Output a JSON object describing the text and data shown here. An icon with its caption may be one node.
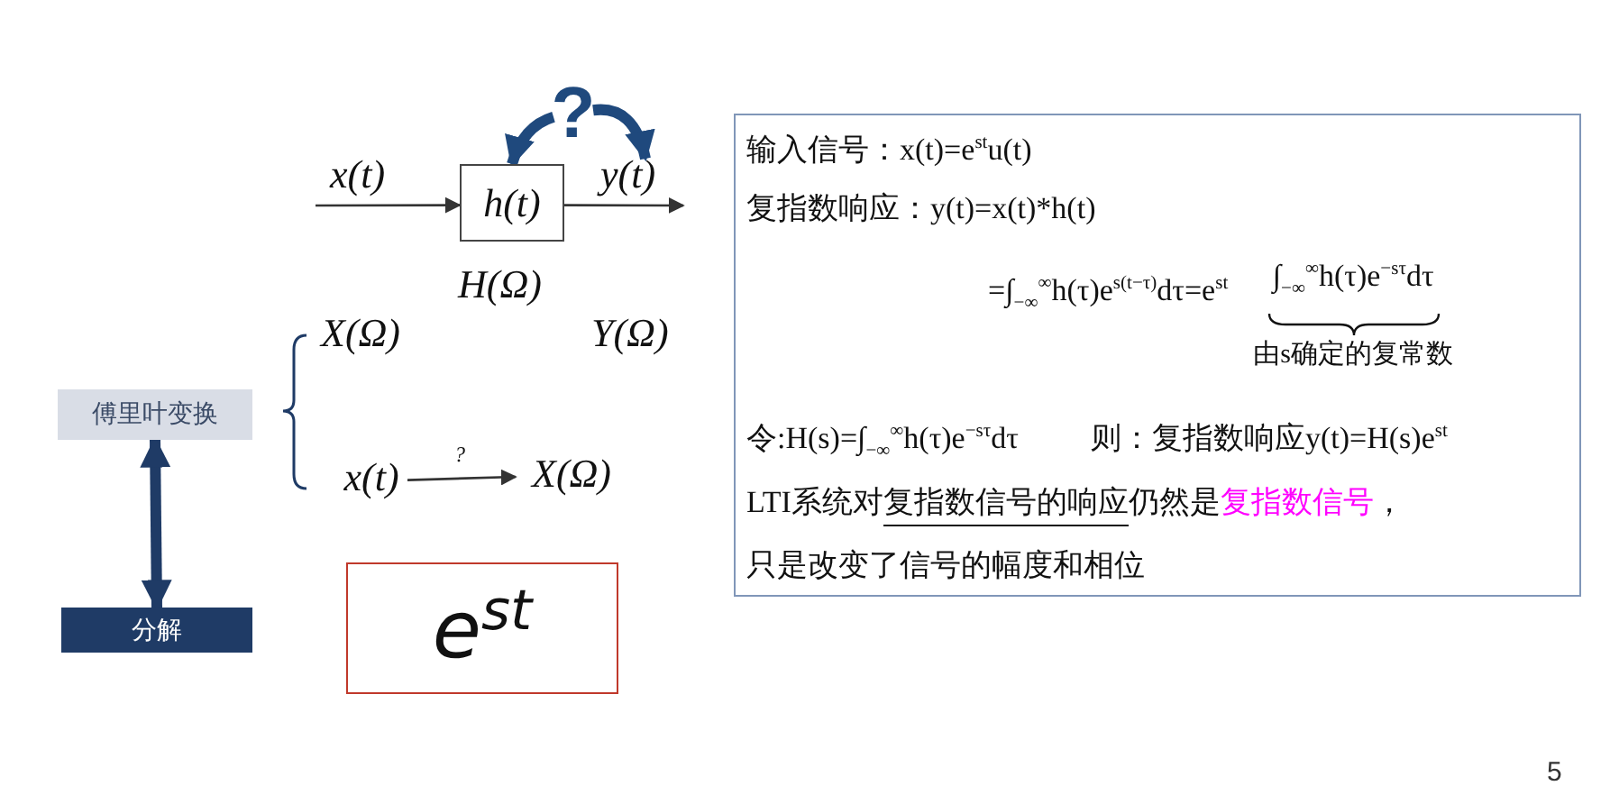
{
  "diagram": {
    "nodes": [
      {
        "text": [
          "h(t)"
        ],
        "beside": [
          "H(Ω)"
        ]
      },
      {
        "text": [
          "?"
        ]
      },
      {
        "text": [
          "傅里叶变换"
        ]
      },
      {
        "text": [
          "分解"
        ]
      },
      {
        "text": [
          "x(t)"
        ]
      },
      {
        "text": [
          "X(Ω)"
        ]
      },
      {
        "text": [
          "e$^{st}$"
        ]
      },
      {
        "text": [
          "输入信号：x(t)=e$^{st}$u(t)",
          "复指数响应：y(t)=x(t)*h(t)",
          "=∫$_{−∞}$$^{∞}$h(τ)e$^{s(t−τ)}$dτ=e$^{st}$",
          "∫$_{−∞}$$^{∞}$h(τ)e$^{−sτ}$dτ",
          "由s确定的复常数",
          "令:H(s)=∫$_{−∞}$$^{∞}$h(τ)e$^{−sτ}$dτ",
          "则：复指数响应y(t)=H(s)e$^{st}$",
          "LTI系统对",
          "复指数信号的响应",
          "仍然是",
          "复指数信号",
          "，",
          "只是改变了信号的幅度和相位"
        ]
      }
    ],
    "edges": [
      {
        "from": null,
        "to": 0,
        "arrow": "to",
        "label": "x(t)"
      },
      {
        "from": 0,
        "to": null,
        "arrow": "to",
        "label": "y(t)"
      },
      {
        "from": 1,
        "to": 0,
        "arrow": "to",
        "style": "thick",
        "color": "#1f497d"
      },
      {
        "from": 1,
        "to": null,
        "arrow": "to",
        "style": "thick",
        "color": "#1f497d"
      },
      {
        "from": 2,
        "to": 3,
        "arrow": "both",
        "style": "thick",
        "color": "#1f3b66"
      },
      {
        "from": 4,
        "to": 5,
        "arrow": "to",
        "label": "?"
      }
    ],
    "labels": [
      "X(Ω)",
      "Y(Ω)",
      "5"
    ]
  }
}
